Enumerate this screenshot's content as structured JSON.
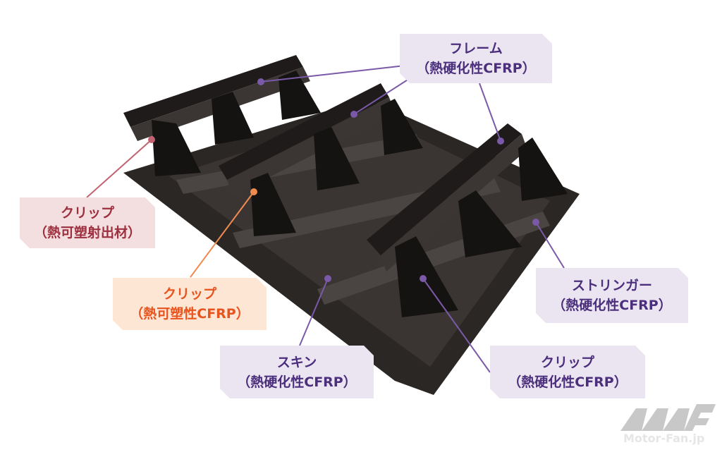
{
  "labels": {
    "frame": {
      "name": "フレーム",
      "material": "（熱硬化性CFRP）"
    },
    "clip_injection": {
      "name": "クリップ",
      "material": "（熱可塑射出材）"
    },
    "clip_thermoplastic": {
      "name": "クリップ",
      "material": "（熱可塑性CFRP）"
    },
    "stringer": {
      "name": "ストリンガー",
      "material": "（熱硬化性CFRP）"
    },
    "skin": {
      "name": "スキン",
      "material": "（熱硬化性CFRP）"
    },
    "clip_thermoset": {
      "name": "クリップ",
      "material": "（熱硬化性CFRP）"
    }
  },
  "watermark": "Motor-Fan.jp",
  "colors": {
    "pink": "#9e2f3e",
    "orange": "#e8541e",
    "purple": "#4b2f7c"
  }
}
